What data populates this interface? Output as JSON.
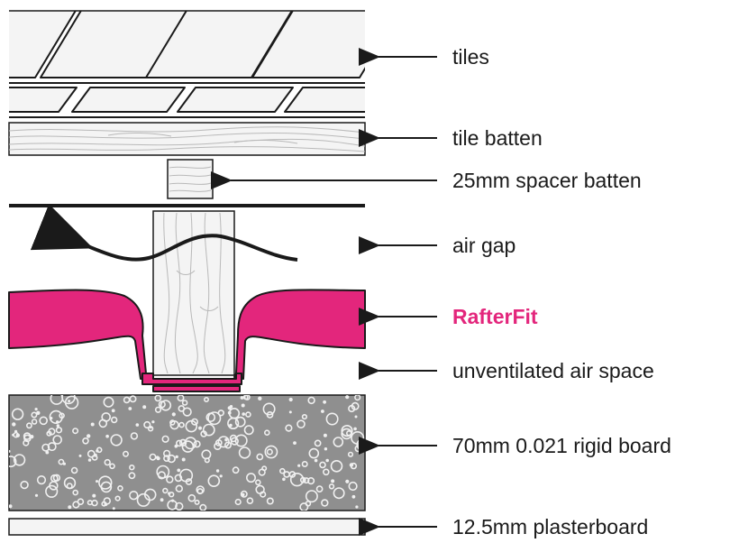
{
  "labels": {
    "tiles": "tiles",
    "tile_batten": "tile batten",
    "spacer_batten": "25mm spacer batten",
    "air_gap": "air gap",
    "rafterfit": "RafterFit",
    "unventilated": "unventilated air space",
    "rigid_board": "70mm 0.021 rigid board",
    "plasterboard": "12.5mm plasterboard"
  },
  "colors": {
    "accent": "#e3267c",
    "line": "#1a1a1a",
    "board_fill": "#8f8f8f",
    "timber_fill": "#f4f4f4"
  },
  "icons": {
    "leader_arrow": "left-arrow-icon",
    "airflow": "curved-arrow-icon"
  }
}
